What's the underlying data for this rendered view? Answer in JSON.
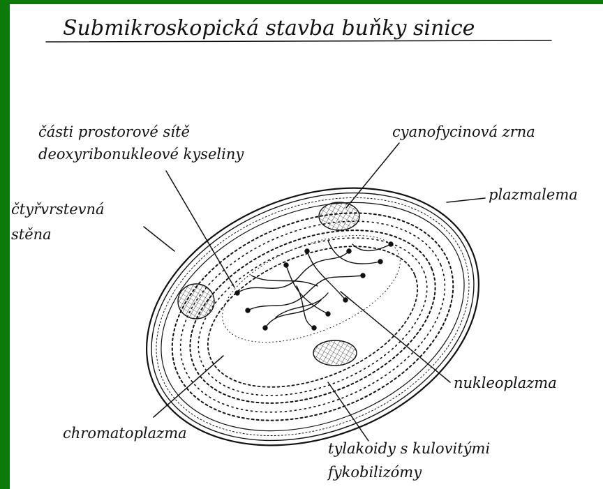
{
  "title": "Submikroskopická stavba buňky sinice",
  "labels": {
    "dna_line1": "části prostorové sítě",
    "dna_line2": "deoxyribonukleové kyseliny",
    "cyanophycin": "cyanofycinová zrna",
    "plasmalemma": "plazmalema",
    "wall_line1": "čtyřvrstevná",
    "wall_line2": "stěna",
    "nucleoplasm": "nukleoplazma",
    "chromatoplasm": "chromatoplazma",
    "thylakoid_line1": "tylakoidy s kulovitými",
    "thylakoid_line2": "fykobilizómy"
  },
  "colors": {
    "border": "#0b7a0b",
    "paper": "#ffffff",
    "ink": "#111111"
  }
}
